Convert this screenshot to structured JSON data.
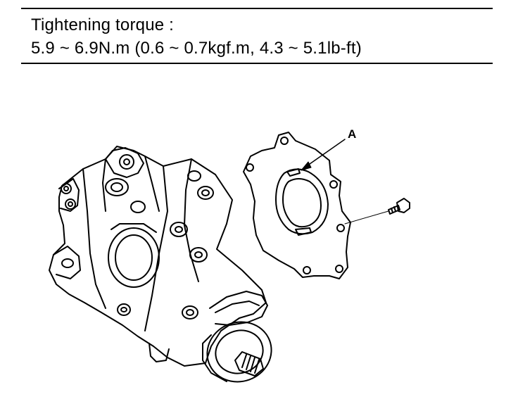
{
  "spec": {
    "title": "Tightening torque :",
    "value": "5.9 ~ 6.9N.m (0.6 ~ 0.7kgf.m, 4.3 ~ 5.1lb-ft)"
  },
  "figure": {
    "callout_label": "A"
  }
}
